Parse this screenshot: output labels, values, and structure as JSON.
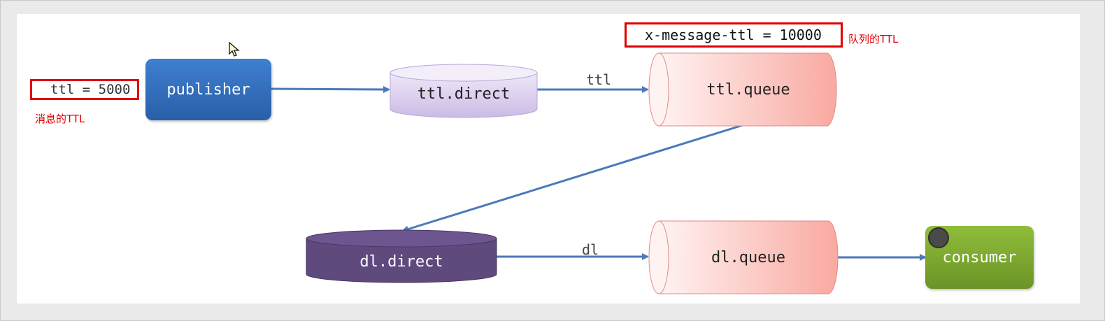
{
  "message_ttl_box": {
    "text": "ttl = 5000",
    "note": "消息的TTL"
  },
  "queue_ttl_box": {
    "text": "x-message-ttl = 10000",
    "note": "队列的TTL"
  },
  "nodes": {
    "publisher": "publisher",
    "ttl_exchange": "ttl.direct",
    "ttl_queue": "ttl.queue",
    "dl_exchange": "dl.direct",
    "dl_queue": "dl.queue",
    "consumer": "consumer"
  },
  "edges": {
    "ttl_routing_key": "ttl",
    "dl_routing_key": "dl"
  },
  "colors": {
    "publisher": "#2f6bbd",
    "ttl_exchange": "#dcd0ee",
    "queue": "#fbb7b0",
    "dl_exchange": "#5f4a7d",
    "consumer": "#7fab31",
    "arrow": "#4a7ab8",
    "annotation": "#e00000"
  }
}
